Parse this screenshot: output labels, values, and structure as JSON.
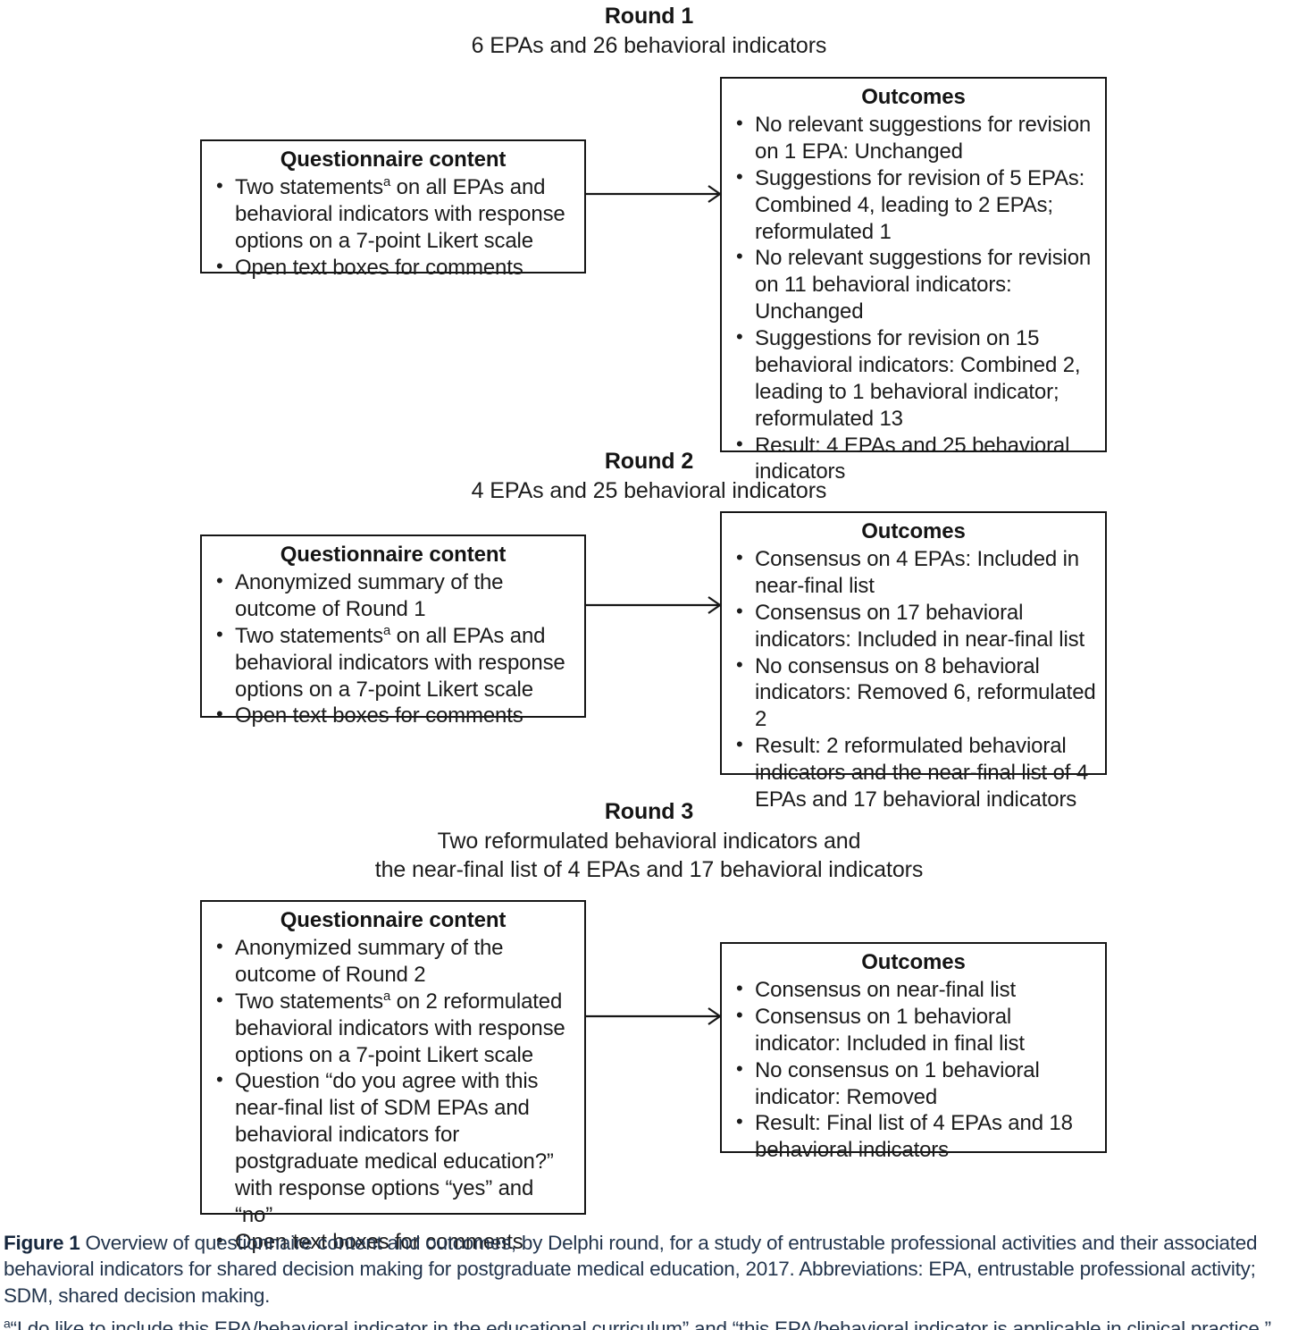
{
  "figure": {
    "rounds": [
      {
        "id": "round-1",
        "title": "Round 1",
        "subtitle": "6 EPAs and 26 behavioral indicators",
        "questionnaire": {
          "title": "Questionnaire content",
          "items": [
            "Two statements<sup class=\"fn\">a</sup> on all EPAs and behavioral indicators with response options on a 7-point Likert scale",
            "Open text boxes for comments"
          ]
        },
        "outcomes": {
          "title": "Outcomes",
          "items": [
            "No relevant suggestions for revision on 1 EPA: Unchanged",
            "Suggestions for revision of 5 EPAs: Combined 4, leading to 2 EPAs; reformulated 1",
            "No relevant suggestions for revision on 11 behavioral indicators: Unchanged",
            "Suggestions for revision on 15 behavioral indicators: Combined 2, leading to 1 behavioral indicator; reformulated 13",
            "Result: 4 EPAs and 25 behavioral indicators"
          ]
        }
      },
      {
        "id": "round-2",
        "title": "Round 2",
        "subtitle": "4 EPAs and 25 behavioral indicators",
        "questionnaire": {
          "title": "Questionnaire content",
          "items": [
            "Anonymized summary of the outcome of Round 1",
            "Two statements<sup class=\"fn\">a</sup> on all EPAs and behavioral indicators with response options on a 7-point Likert scale",
            "Open text boxes for comments"
          ]
        },
        "outcomes": {
          "title": "Outcomes",
          "items": [
            "Consensus on 4 EPAs: Included in near-final list",
            "Consensus on 17 behavioral indicators: Included in near-final list",
            "No consensus on 8 behavioral indicators: Removed 6, reformulated 2",
            "Result: 2 reformulated behavioral indicators and the near-final list of 4 EPAs and 17 behavioral indicators"
          ]
        }
      },
      {
        "id": "round-3",
        "title": "Round 3",
        "subtitle": "Two reformulated behavioral indicators and<br>the near-final list of 4 EPAs and 17 behavioral indicators",
        "questionnaire": {
          "title": "Questionnaire content",
          "items": [
            "Anonymized summary of the outcome of Round 2",
            "Two statements<sup class=\"fn\">a</sup> on 2 reformulated behavioral indicators with response options on a 7-point Likert scale",
            "Question “do you agree with this near-final list of SDM EPAs and behavioral indicators for postgraduate medical education?” with response options “yes” and “no”",
            "Open text boxes for comments"
          ]
        },
        "outcomes": {
          "title": "Outcomes",
          "items": [
            "Consensus on near-final list",
            "Consensus on 1 behavioral indicator: Included in final list",
            "No consensus on 1 behavioral indicator: Removed",
            "Result: Final list of 4 EPAs and 18 behavioral indicators"
          ]
        }
      }
    ],
    "caption": {
      "label": "Figure 1",
      "text": "Overview of questionnaire content and outcomes, by Delphi round, for a study of entrustable professional activities and their associated behavioral indicators for shared decision making for postgraduate medical education, 2017. Abbreviations: EPA, entrustable professional activity; SDM, shared decision making.",
      "footnote_marker": "a",
      "footnote": "“I do like to include this EPA/behavioral indicator in the educational curriculum” and “this EPA/behavioral indicator is applicable in clinical practice.”"
    },
    "colors": {
      "box_border": "#161616",
      "body_text": "#1b1b1b",
      "caption_text": "#23354d",
      "background": "#ffffff"
    }
  }
}
